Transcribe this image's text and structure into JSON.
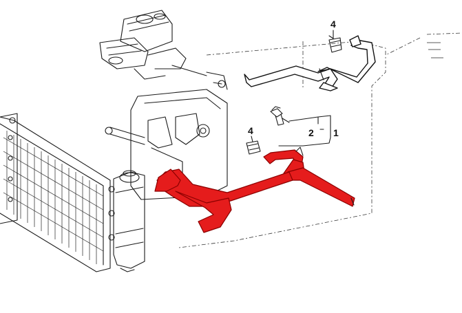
{
  "callouts": {
    "clamp_top": "4",
    "clamp_mid": "4",
    "part_2": "2",
    "part_1": "1"
  },
  "colors": {
    "highlight_hose": "#e51c1c",
    "line_art": "#1a1a1a"
  }
}
